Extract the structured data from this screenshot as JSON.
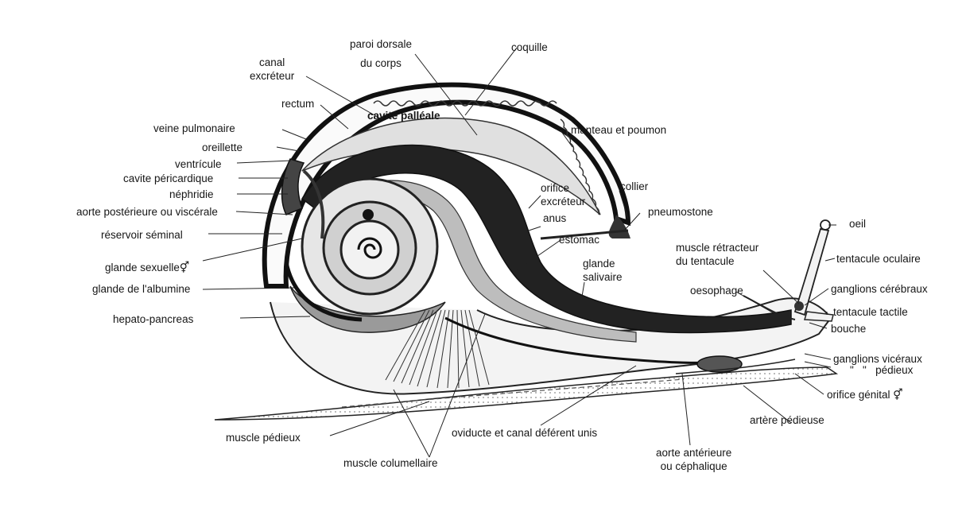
{
  "labels": {
    "canal_excreteur": "canal\nexcréteur",
    "paroi_dorsale": "paroi dorsale\ndu corps",
    "coquille": "coquille",
    "rectum": "rectum",
    "cavite_palleale": "cavité palléale",
    "manteau_poumon": "manteau et poumon",
    "veine_pulmonaire": "veine pulmonaire",
    "oreillette": "oreillette",
    "ventricule": "ventrícule",
    "cavite_pericardique": "cavite péricardique",
    "nephridie": "néphridie",
    "aorte_posterieure": "aorte postérieure ou viscérale",
    "reservoir_seminal": "réservoir séminal",
    "glande_sexuelle": "glande sexuelle⚥",
    "glande_albumine": "glande de l'albumine",
    "hepato_pancreas": "hepato-pancreas",
    "orifice_excreteur": "orifice\nexcréteur",
    "anus": "anus",
    "collier": "collier",
    "pneumostone": "pneumostone",
    "estomac": "estomac",
    "glande_salivaire": "glande\nsalivaire",
    "oeil": "oeil",
    "muscle_retracteur": "muscle rétracteur\ndu tentacule",
    "tentacule_oculaire": "tentacule oculaire",
    "oesophage": "oesophage",
    "ganglions_cerebraux": "ganglions cérébraux",
    "tentacule_tactile": "tentacule tactile",
    "bouche": "bouche",
    "ganglions_visceraux": "ganglions vicéraux",
    "pedieux_ditto": "\"   \"   pédieux",
    "orifice_genital": "orifice génital ⚥",
    "artere_pedieuse": "artère pédieuse",
    "muscle_pedieux": "muscle pédieux",
    "oviducte": "oviducte et canal déférent unis",
    "aorte_anterieure": "aorte antérieure\nou céphalique",
    "muscle_columellaire": "muscle columellaire"
  }
}
